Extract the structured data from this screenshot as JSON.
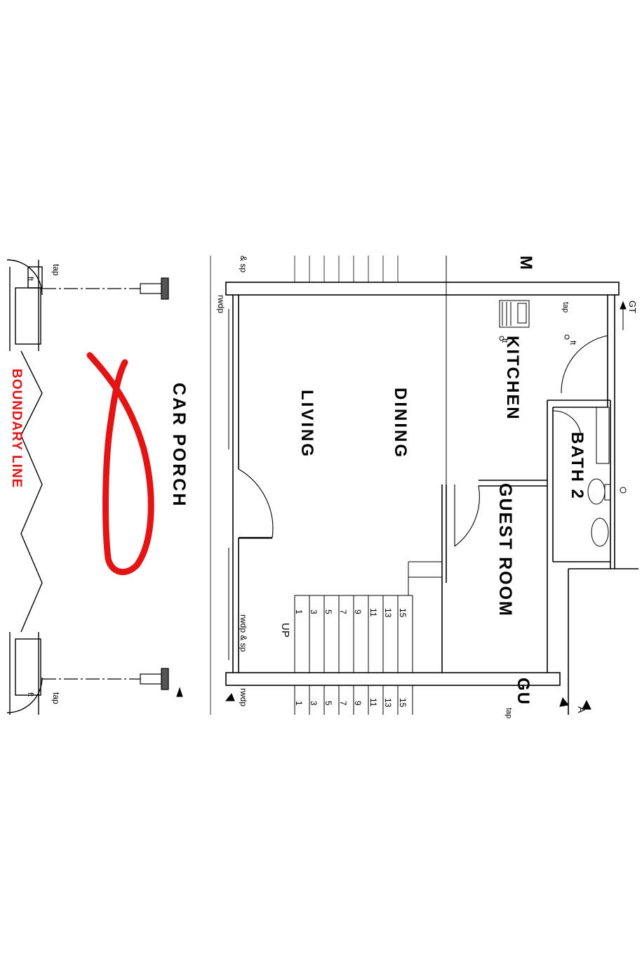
{
  "plan": {
    "rooms": {
      "car_porch": "CAR PORCH",
      "living": "LIVING",
      "dining": "DINING",
      "kitchen": "KITCHEN",
      "guest_room": "GUEST ROOM",
      "bath_2": "BATH 2",
      "guest_cut": "GU"
    },
    "boundary_line": "BOUNDARY LINE",
    "notes": {
      "tap": "tap",
      "ft": "ft",
      "rwdp": "rwdp",
      "rwdp_sp": "rwdp & sp",
      "sp_cut": "& sp",
      "gt": "GT",
      "up": "UP",
      "m_cut": "M",
      "a_cut": "A"
    },
    "stair_numbers": [
      "1",
      "3",
      "5",
      "7",
      "9",
      "11",
      "13",
      "15"
    ],
    "colors": {
      "ink": "#000000",
      "boundary": "#e41414",
      "annotation": "#e41414"
    }
  }
}
